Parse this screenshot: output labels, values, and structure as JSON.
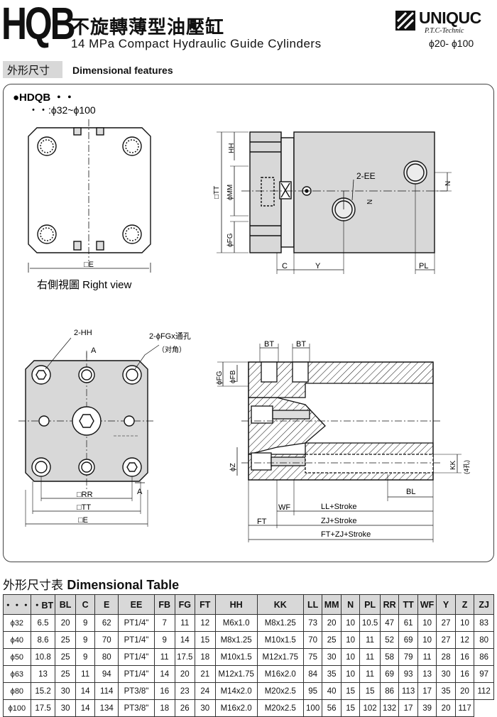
{
  "header": {
    "model": "HQB",
    "title_cn": "不旋轉薄型油壓缸",
    "title_en": "14 MPa Compact Hydraulic Guide Cylinders",
    "brand": "UNIQUC",
    "brand_sub": "P.T.C-Technic",
    "range": "ϕ20- ϕ100"
  },
  "section": {
    "cn": "外形尺寸",
    "en": "Dimensional features"
  },
  "drawing": {
    "label_model": "●HDQB ・・",
    "label_range": "・・:ϕ32~ϕ100",
    "right_view": "右側視圖 Right view",
    "e_sq": "□E",
    "hh": "HH",
    "mm": "ϕMM",
    "fg": "ϕFG",
    "tt_sq": "□TT",
    "ee2": "2-EE",
    "n": "N",
    "c": "C",
    "y": "Y",
    "pl": "PL",
    "hh2": "2-HH",
    "fg_hole": "2-ϕFGx通孔",
    "diag": "（对角）",
    "a": "A",
    "rr_sq": "□RR",
    "bt": "BT",
    "fb": "ϕFB",
    "z": "ϕZ",
    "kk": "KK",
    "kk4": "(4孔)",
    "bl": "BL",
    "wf": "WF",
    "ll": "LL+Stroke",
    "zj": "ZJ+Stroke",
    "ft": "FT",
    "ftzj": "FT+ZJ+Stroke"
  },
  "table_title": {
    "cn": "外形尺寸表",
    "en": "Dimensional Table"
  },
  "table": {
    "headers": [
      "・・・",
      "・BT",
      "BL",
      "C",
      "E",
      "EE",
      "FB",
      "FG",
      "FT",
      "HH",
      "KK",
      "LL",
      "MM",
      "N",
      "PL",
      "RR",
      "TT",
      "WF",
      "Y",
      "Z",
      "ZJ"
    ],
    "rows": [
      [
        "ϕ32",
        "6.5",
        "20",
        "9",
        "62",
        "PT1/4\"",
        "7",
        "11",
        "12",
        "M6x1.0",
        "M8x1.25",
        "73",
        "20",
        "10",
        "10.5",
        "47",
        "61",
        "10",
        "27",
        "10",
        "83"
      ],
      [
        "ϕ40",
        "8.6",
        "25",
        "9",
        "70",
        "PT1/4\"",
        "9",
        "14",
        "15",
        "M8x1.25",
        "M10x1.5",
        "70",
        "25",
        "10",
        "11",
        "52",
        "69",
        "10",
        "27",
        "12",
        "80"
      ],
      [
        "ϕ50",
        "10.8",
        "25",
        "9",
        "80",
        "PT1/4\"",
        "11",
        "17.5",
        "18",
        "M10x1.5",
        "M12x1.75",
        "75",
        "30",
        "10",
        "11",
        "58",
        "79",
        "11",
        "28",
        "16",
        "86"
      ],
      [
        "ϕ63",
        "13",
        "25",
        "11",
        "94",
        "PT1/4\"",
        "14",
        "20",
        "21",
        "M12x1.75",
        "M16x2.0",
        "84",
        "35",
        "10",
        "11",
        "69",
        "93",
        "13",
        "30",
        "16",
        "97"
      ],
      [
        "ϕ80",
        "15.2",
        "30",
        "14",
        "114",
        "PT3/8\"",
        "16",
        "23",
        "24",
        "M14x2.0",
        "M20x2.5",
        "95",
        "40",
        "15",
        "15",
        "86",
        "113",
        "17",
        "35",
        "20",
        "112"
      ],
      [
        "ϕ100",
        "17.5",
        "30",
        "14",
        "134",
        "PT3/8\"",
        "18",
        "26",
        "30",
        "M16x2.0",
        "M20x2.5",
        "100",
        "56",
        "15",
        "102",
        "132",
        "17",
        "39",
        "20",
        "117"
      ]
    ]
  },
  "colors": {
    "fill": "#d8d8d8",
    "line": "#111111"
  }
}
